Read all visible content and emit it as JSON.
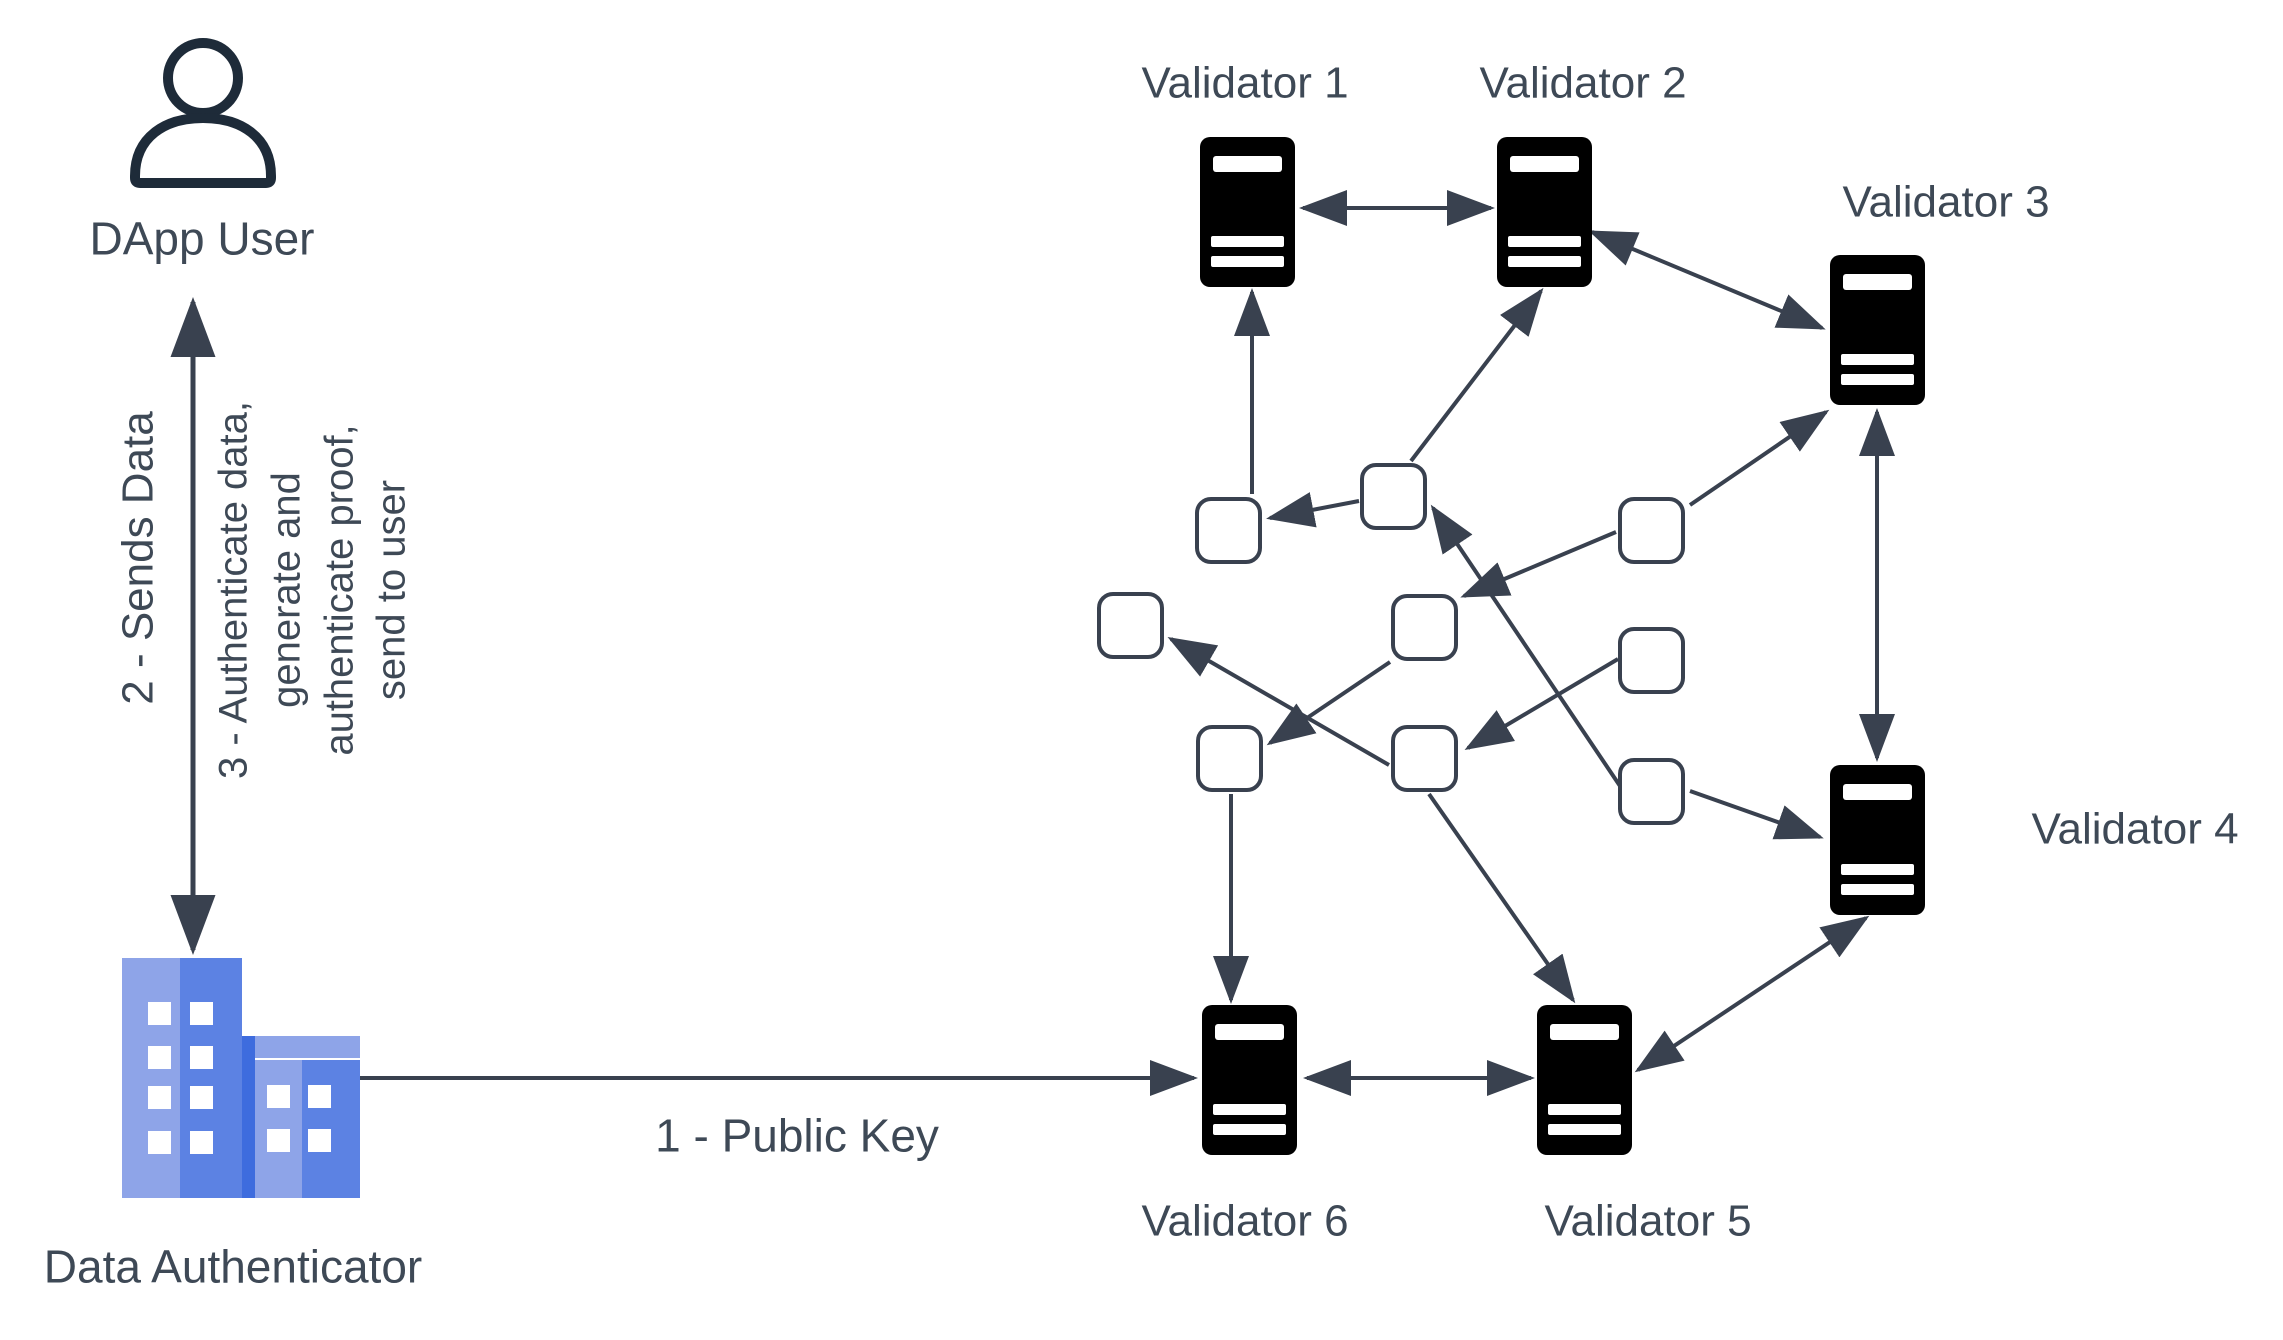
{
  "colors": {
    "line": "#39414f",
    "text": "#3e4956",
    "server_fill": "#000000",
    "person_stroke": "#1e2b39",
    "building_light": "#8ea4e8",
    "building_medium": "#5c82e3",
    "building_dark": "#3e6cde"
  },
  "nodes": {
    "dapp_user": "DApp User",
    "data_authenticator": "Data Authenticator",
    "validators": [
      "Validator 1",
      "Validator 2",
      "Validator 3",
      "Validator 4",
      "Validator 5",
      "Validator 6"
    ]
  },
  "edge_labels": {
    "public_key": "1 - Public Key",
    "sends_data": "2 - Sends Data",
    "authenticate": "3 - Authenticate data,\ngenerate and\nauthenticate proof,\nsend to user"
  }
}
